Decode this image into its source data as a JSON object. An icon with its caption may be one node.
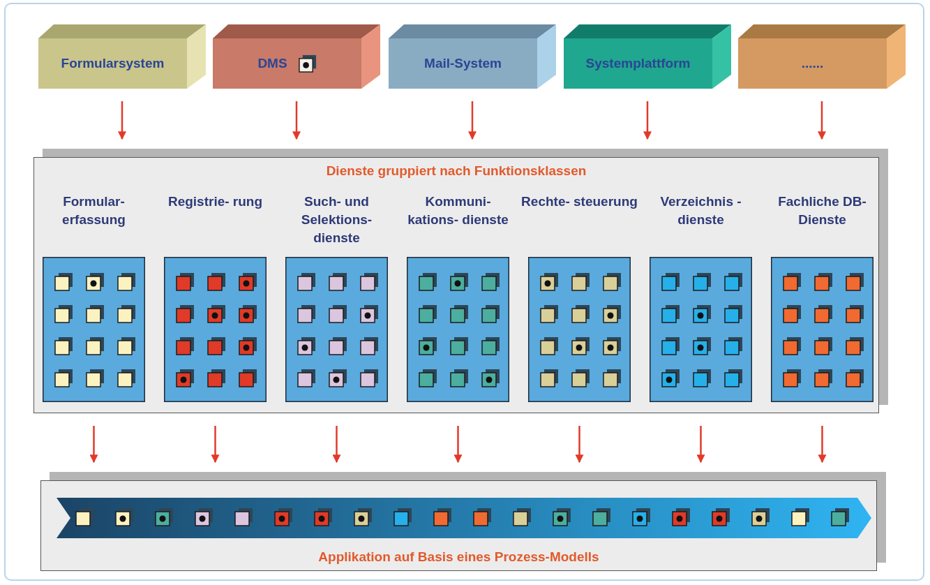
{
  "diagram": {
    "nodes": [
      {
        "text": [
          "Formularsystem"
        ]
      },
      {
        "text": [
          "DMS"
        ]
      },
      {
        "text": [
          "Mail-System"
        ]
      },
      {
        "text": [
          "Systemplattform"
        ]
      },
      {
        "text": [
          "......"
        ]
      },
      {
        "text": [
          "Dienste gruppiert nach Funktionsklassen"
        ]
      },
      {
        "text": [
          "Formular- erfassung"
        ],
        "in": 5
      },
      {
        "text": [
          "Registrie- rung"
        ],
        "in": 5
      },
      {
        "text": [
          "Such- und Selektions- dienste"
        ],
        "in": 5
      },
      {
        "text": [
          "Kommuni- kations- dienste"
        ],
        "in": 5
      },
      {
        "text": [
          "Rechte- steuerung"
        ],
        "in": 5
      },
      {
        "text": [
          "Verzeichnis -dienste"
        ],
        "in": 5
      },
      {
        "text": [
          "Fachliche DB- Dienste"
        ],
        "in": 5
      },
      {
        "text": [
          "Applikation auf Basis eines Prozess-Modells"
        ]
      }
    ],
    "edges": [
      {
        "from": 0,
        "to": 5,
        "arrow": "to"
      },
      {
        "from": 1,
        "to": 5,
        "arrow": "to"
      },
      {
        "from": 2,
        "to": 5,
        "arrow": "to"
      },
      {
        "from": 3,
        "to": 5,
        "arrow": "to"
      },
      {
        "from": 4,
        "to": 5,
        "arrow": "to"
      },
      {
        "from": 6,
        "to": 13,
        "arrow": "to"
      },
      {
        "from": 7,
        "to": 13,
        "arrow": "to"
      },
      {
        "from": 8,
        "to": 13,
        "arrow": "to"
      },
      {
        "from": 9,
        "to": 13,
        "arrow": "to"
      },
      {
        "from": 10,
        "to": 13,
        "arrow": "to"
      },
      {
        "from": 11,
        "to": 13,
        "arrow": "to"
      },
      {
        "from": 12,
        "to": 13,
        "arrow": "to"
      }
    ]
  }
}
